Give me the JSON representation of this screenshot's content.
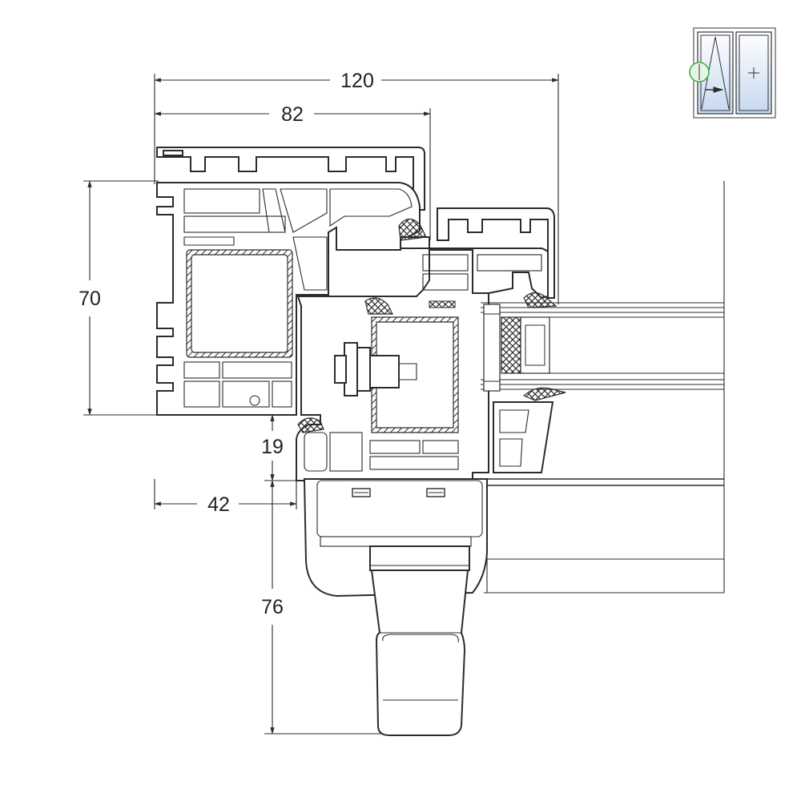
{
  "dimensions": {
    "overall_width": "120",
    "frame_width": "82",
    "frame_height": "70",
    "offset": "19",
    "handle_offset": "42",
    "handle_height": "76"
  },
  "icons": {
    "window_type": "tilt-turn-window-icon",
    "highlight": "handle-position-marker"
  },
  "colors": {
    "line": "#2b2b2b",
    "seal_hatch": "#2b2b2b",
    "glass_blue": "#cfe0f4",
    "marker_green": "#3cb44b"
  }
}
